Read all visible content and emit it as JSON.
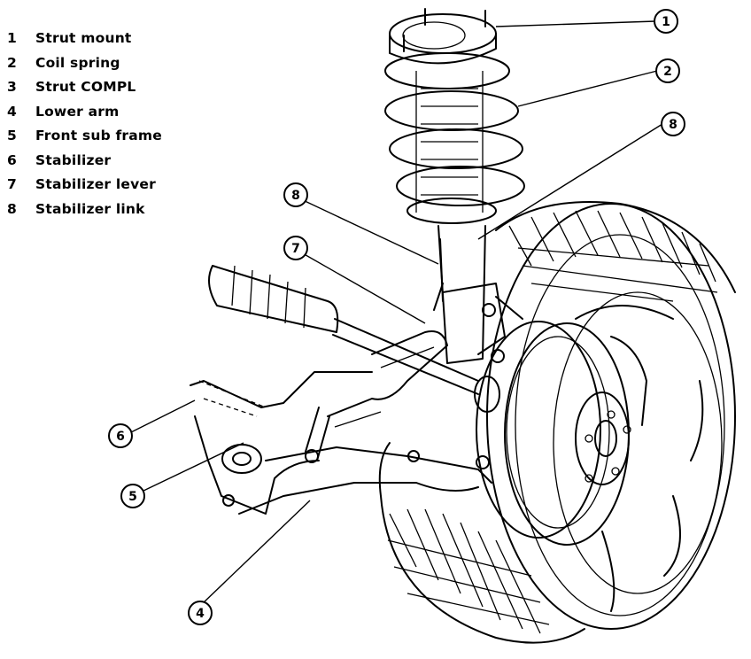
{
  "legend": [
    {
      "num": "1",
      "label": "Strut mount"
    },
    {
      "num": "2",
      "label": "Coil spring"
    },
    {
      "num": "3",
      "label": "Strut COMPL"
    },
    {
      "num": "4",
      "label": "Lower arm"
    },
    {
      "num": "5",
      "label": "Front sub frame"
    },
    {
      "num": "6",
      "label": "Stabilizer"
    },
    {
      "num": "7",
      "label": "Stabilizer lever"
    },
    {
      "num": "8",
      "label": "Stabilizer link"
    }
  ],
  "callouts": {
    "c1": "1",
    "c2": "2",
    "c3": "8",
    "c4": "4",
    "c5": "5",
    "c6": "6",
    "c7": "7",
    "c8": "8"
  }
}
